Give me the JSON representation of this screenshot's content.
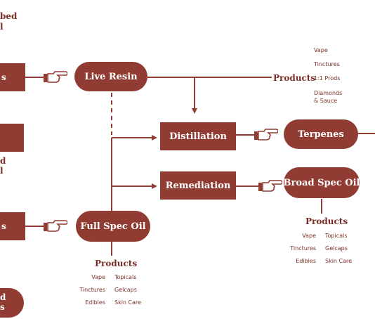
{
  "left_cut": {
    "top_line1": "bed",
    "top_line2": "l",
    "box1": "s",
    "mid_line1": "d",
    "mid_line2": "l",
    "box3": "s",
    "bottom_line1": "d",
    "bottom_line2": "s"
  },
  "nodes": {
    "live_resin": "Live Resin",
    "distillation": "Distillation",
    "terpenes": "Terpenes",
    "remediation": "Remediation",
    "broad_spec_oil": "Broad Spec Oil",
    "full_spec_oil": "Full Spec Oil"
  },
  "live_resin_products": {
    "title": "Products",
    "items": [
      "Vape",
      "Tinctures",
      "1:1 Prods",
      "Diamonds",
      "& Sauce"
    ]
  },
  "broad_products": {
    "title": "Products",
    "col1": [
      "Vape",
      "Tinctures",
      "Edibles"
    ],
    "col2": [
      "Topicals",
      "Gelcaps",
      "Skin Care"
    ]
  },
  "full_products": {
    "title": "Products",
    "col1": [
      "Vape",
      "Tinctures",
      "Edibles"
    ],
    "col2": [
      "Topicals",
      "Gelcaps",
      "Skin Care"
    ]
  },
  "colors": {
    "box": "#913c32",
    "line": "#913c32",
    "text": "#7a2e26"
  }
}
